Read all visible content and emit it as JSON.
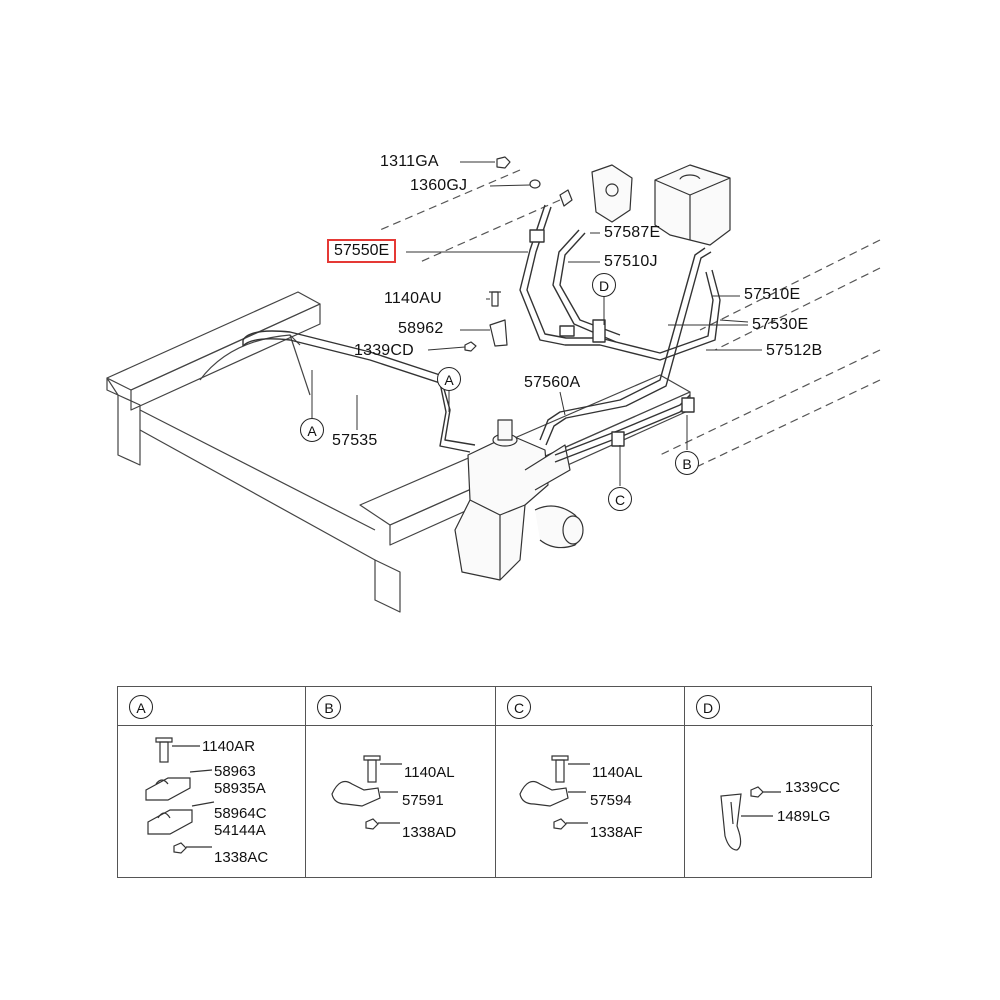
{
  "diagram": {
    "highlighted_part": "57550E",
    "part_labels": {
      "p1311GA": "1311GA",
      "p1360GJ": "1360GJ",
      "p57587E": "57587E",
      "p57550E": "57550E",
      "p57510J": "57510J",
      "p57510E": "57510E",
      "p1140AU": "1140AU",
      "p57530E": "57530E",
      "p58962": "58962",
      "p1339CD": "1339CD",
      "p57512B": "57512B",
      "p57560A": "57560A",
      "p57535": "57535"
    },
    "callouts": {
      "A": "A",
      "B": "B",
      "C": "C",
      "D": "D"
    }
  },
  "details": {
    "A": {
      "letter": "A",
      "parts": [
        "1140AR",
        "58963",
        "58935A",
        "58964C",
        "54144A",
        "1338AC"
      ]
    },
    "B": {
      "letter": "B",
      "parts": [
        "1140AL",
        "57591",
        "1338AD"
      ]
    },
    "C": {
      "letter": "C",
      "parts": [
        "1140AL",
        "57594",
        "1338AF"
      ]
    },
    "D": {
      "letter": "D",
      "parts": [
        "1339CC",
        "1489LG"
      ]
    }
  },
  "colors": {
    "line": "#333333",
    "highlight": "#e53935"
  }
}
